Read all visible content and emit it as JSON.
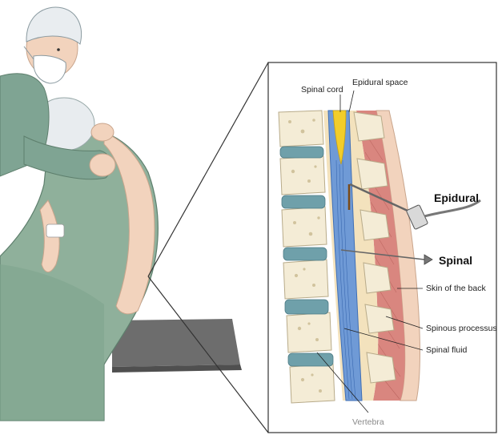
{
  "labels": {
    "spinal_cord": "Spinal cord",
    "epidural_space": "Epidural space",
    "epidural": "Epidural",
    "spinal": "Spinal",
    "skin_of_back": "Skin of the back",
    "spinous_processus": "Spinous processus",
    "spinal_fluid": "Spinal fluid",
    "vertebra": "Vertebra"
  },
  "colors": {
    "gown": "#8fb09b",
    "gown_dark": "#6f9280",
    "skin": "#f2d3bd",
    "bone": "#f4ecd6",
    "disc": "#6fa0aa",
    "spinal_cord_blue": "#6f9ad6",
    "csf_yellow": "#f2cd2a",
    "muscle": "#d9867f",
    "table": "#6d6d6d"
  }
}
